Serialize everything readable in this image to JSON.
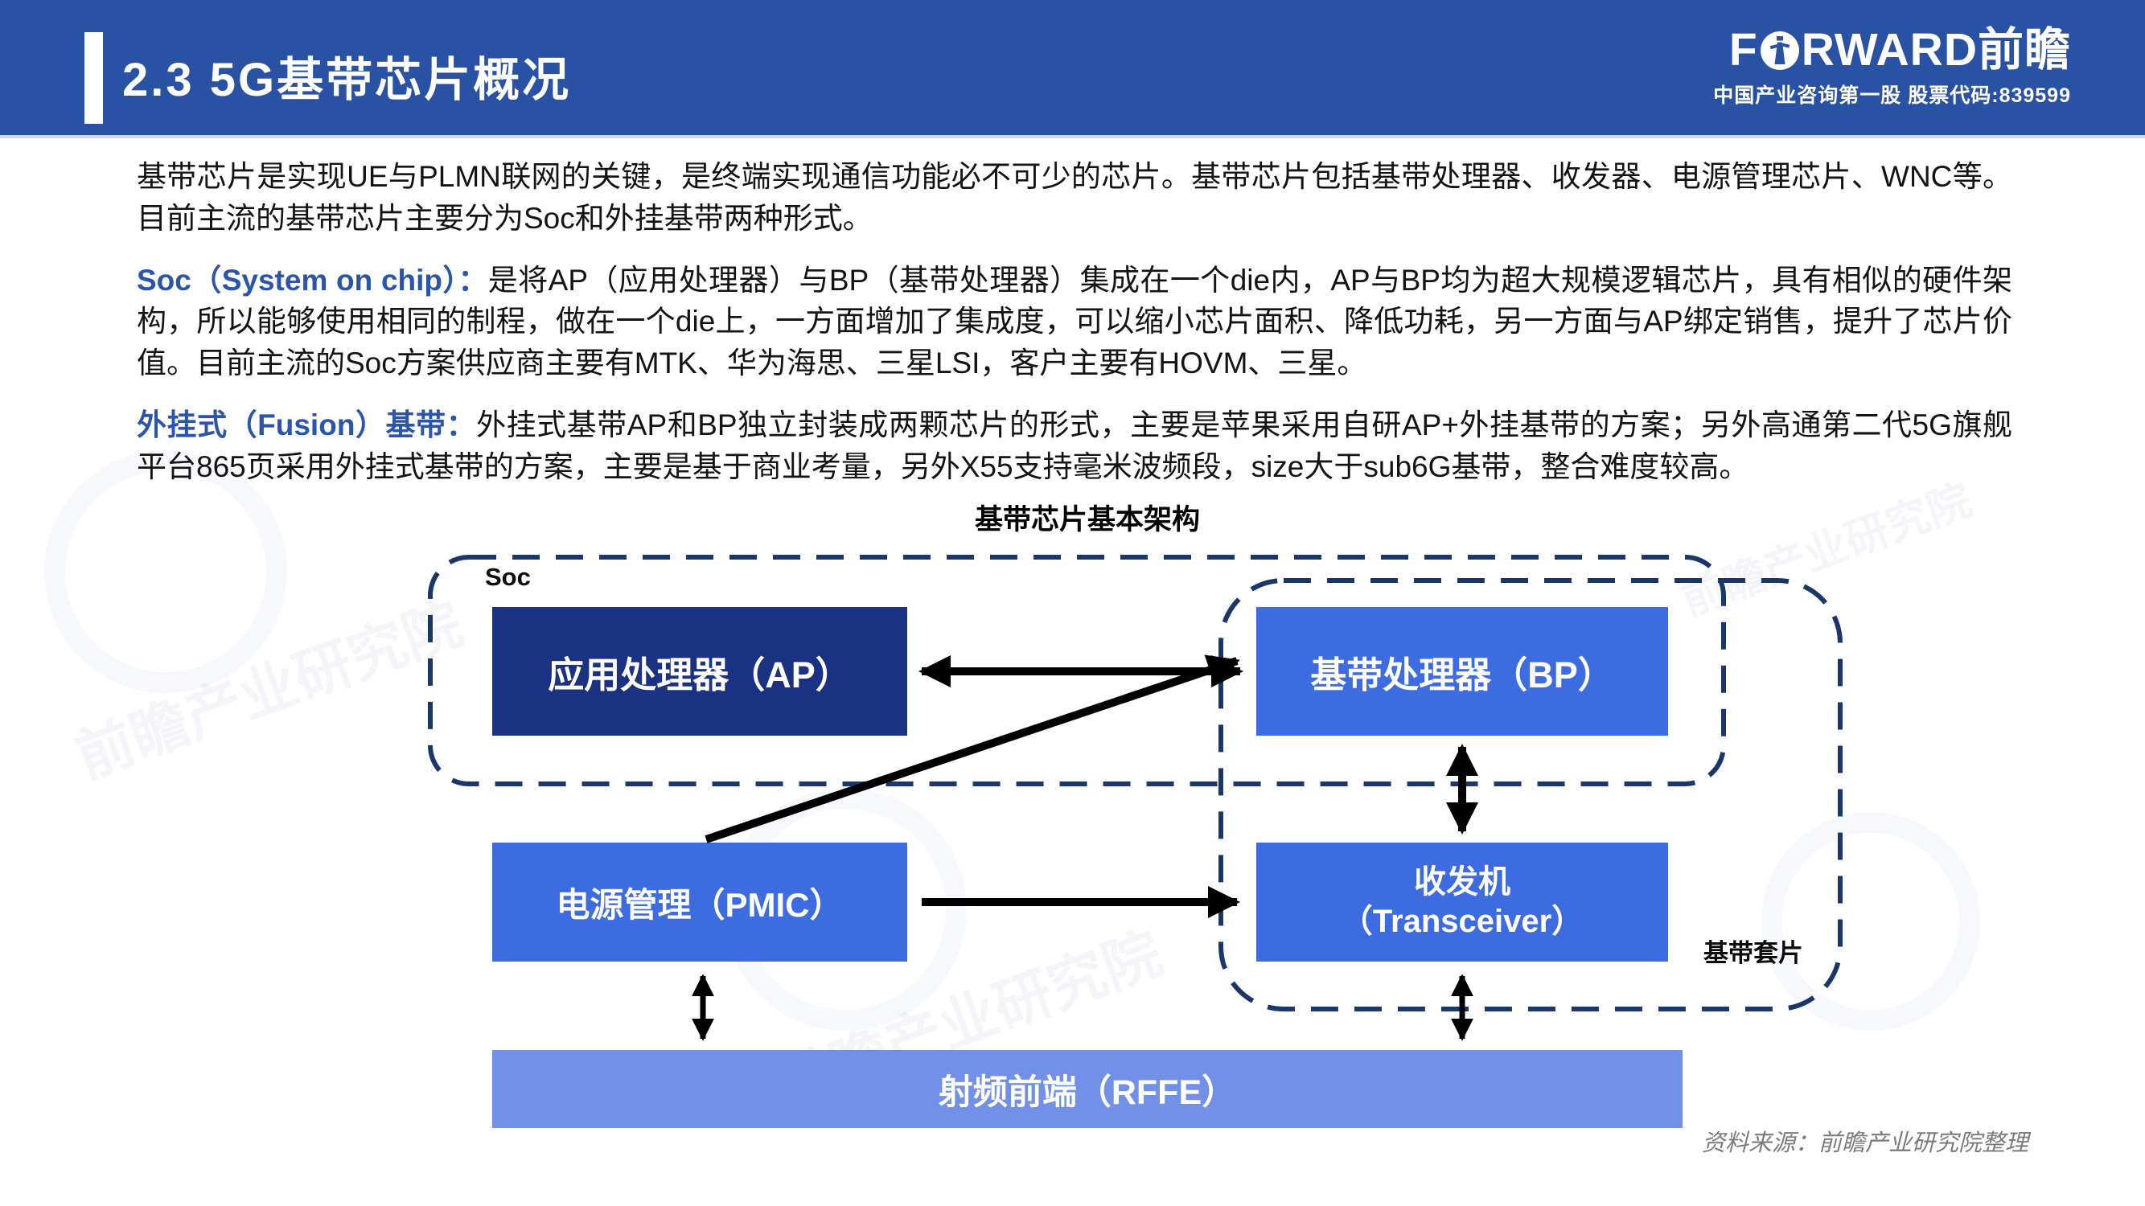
{
  "header": {
    "bg_color": "#2A52A4",
    "title": "2.3 5G基带芯片概况",
    "logo": {
      "pre": "F",
      "post": "RWARD前瞻",
      "tagline": "中国产业咨询第一股 股票代码:839599"
    }
  },
  "paragraphs": [
    {
      "lead": "",
      "body": "基带芯片是实现UE与PLMN联网的关键，是终端实现通信功能必不可少的芯片。基带芯片包括基带处理器、收发器、电源管理芯片、WNC等。目前主流的基带芯片主要分为Soc和外挂基带两种形式。"
    },
    {
      "lead": "Soc（System on chip）：",
      "body": "是将AP（应用处理器）与BP（基带处理器）集成在一个die内，AP与BP均为超大规模逻辑芯片，具有相似的硬件架构，所以能够使用相同的制程，做在一个die上，一方面增加了集成度，可以缩小芯片面积、降低功耗，另一方面与AP绑定销售，提升了芯片价值。目前主流的Soc方案供应商主要有MTK、华为海思、三星LSI，客户主要有HOVM、三星。"
    },
    {
      "lead": "外挂式（Fusion）基带：",
      "body": "外挂式基带AP和BP独立封装成两颗芯片的形式，主要是苹果采用自研AP+外挂基带的方案；另外高通第二代5G旗舰平台865页采用外挂式基带的方案，主要是基于商业考量，另外X55支持毫米波频段，size大于sub6G基带，整合难度较高。"
    }
  ],
  "diagram": {
    "title": "基带芯片基本架构",
    "soc_group_label": "Soc",
    "baseband_group_label": "基带套片",
    "dash_color": "#1B3668",
    "arrow_color": "#000000",
    "boxes": {
      "ap": {
        "label": "应用处理器（AP）",
        "color": "#1B3182"
      },
      "bp": {
        "label": "基带处理器（BP）",
        "color": "#3D6CE0"
      },
      "pmic": {
        "label": "电源管理（PMIC）",
        "color": "#3D6CE0"
      },
      "transceiver": {
        "line1": "收发机",
        "line2": "（Transceiver）",
        "color": "#3D6CE0"
      },
      "rffe": {
        "label": "射频前端（RFFE）",
        "color": "#7390E8"
      }
    }
  },
  "footer": {
    "source": "资料来源：前瞻产业研究院整理"
  },
  "watermark": {
    "text": "前瞻产业研究院"
  }
}
